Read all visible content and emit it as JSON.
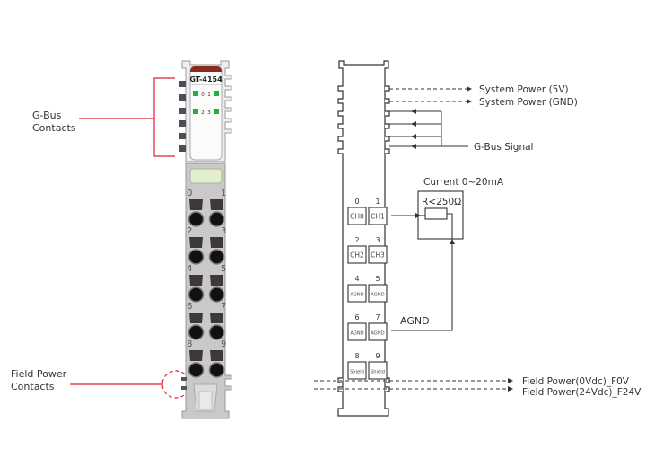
{
  "callouts": {
    "gbus_line1": "G-Bus",
    "gbus_line2": "Contacts",
    "field_line1": "Field Power",
    "field_line2": "Contacts"
  },
  "module": {
    "model": "GT-4154",
    "led_labels": [
      "0",
      "1",
      "2",
      "3"
    ],
    "led_color": "#1db33a",
    "header_color": "#8b2b1e",
    "terminal_numbers": [
      "0",
      "1",
      "2",
      "3",
      "4",
      "5",
      "6",
      "7",
      "8",
      "9"
    ]
  },
  "schematic": {
    "signals": {
      "sys_power_5v": "System Power (5V)",
      "sys_power_gnd": "System Power (GND)",
      "gbus_signal": "G-Bus Signal",
      "field_power_0v": "Field Power(0Vdc)_F0V",
      "field_power_24v": "Field Power(24Vdc)_F24V"
    },
    "channels": [
      {
        "num": "0",
        "label": "CH0"
      },
      {
        "num": "1",
        "label": "CH1"
      },
      {
        "num": "2",
        "label": "CH2"
      },
      {
        "num": "3",
        "label": "CH3"
      },
      {
        "num": "4",
        "label": "AGND"
      },
      {
        "num": "5",
        "label": "AGND"
      },
      {
        "num": "6",
        "label": "AGND"
      },
      {
        "num": "7",
        "label": "AGND"
      },
      {
        "num": "8",
        "label": "Shield"
      },
      {
        "num": "9",
        "label": "Shield"
      }
    ],
    "current_label": "Current 0~20mA",
    "resistor_label": "R<250Ω",
    "agnd_label": "AGND"
  },
  "colors": {
    "callout_red": "#e0202e",
    "line": "#333333"
  }
}
